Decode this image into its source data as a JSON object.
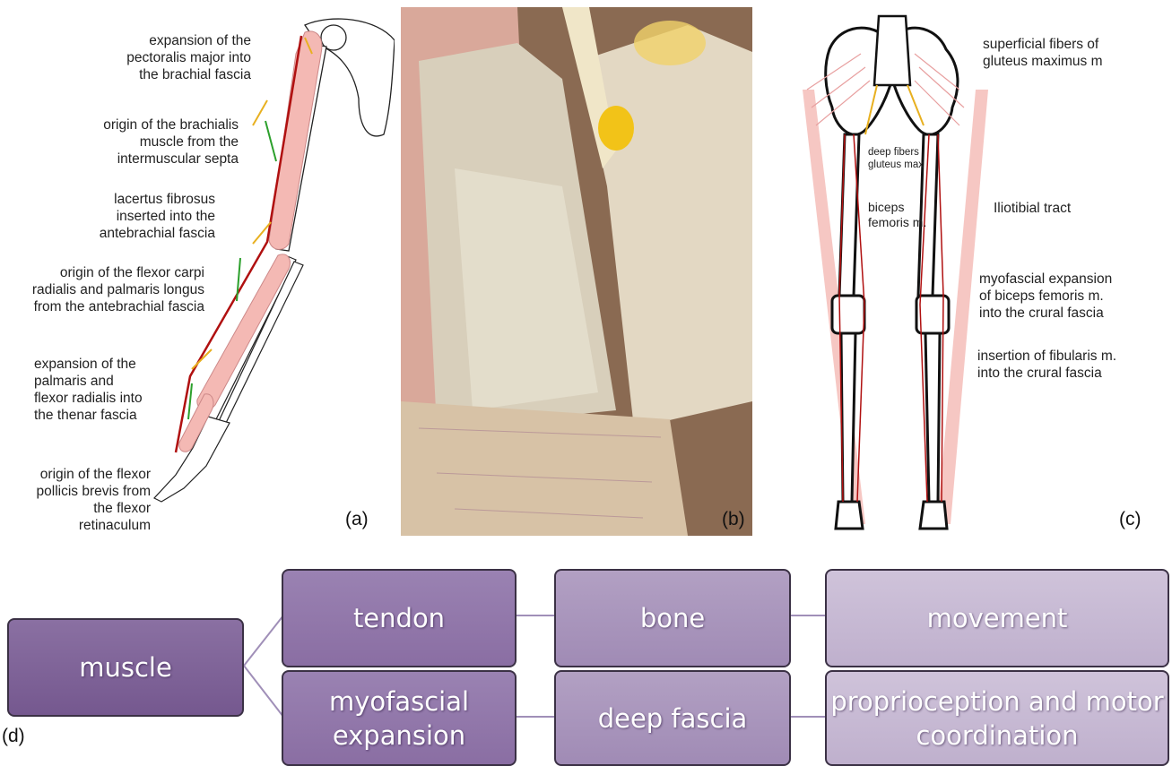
{
  "panel_a": {
    "label": "(a)",
    "annotations": {
      "pectoralis": "expansion of the\npectoralis major into\nthe brachial fascia",
      "brachialis": "origin of the brachialis\nmuscle from the\nintermuscular septa",
      "lacertus": "lacertus fibrosus\ninserted into the\nantebrachial fascia",
      "flexor_carpi": "origin of the flexor carpi\nradialis and palmaris longus\nfrom the antebrachial fascia",
      "palmaris": "expansion of the\npalmaris and\nflexor radialis into\nthe thenar fascia",
      "pollicis": "origin of the flexor\npollicis brevis from\nthe flexor\nretinaculum"
    }
  },
  "panel_b": {
    "label": "(b)"
  },
  "panel_c": {
    "label": "(c)",
    "annotations": {
      "gluteus_superficial": "superficial fibers of\ngluteus maximus m",
      "gluteus_deep": "deep fibers\ngluteus max",
      "biceps": "biceps\nfemoris m.",
      "iliotibial": "Iliotibial tract",
      "myofascial": "myofascial expansion\nof biceps femoris m.\ninto the crural fascia",
      "fibularis": "insertion of fibularis m.\ninto the crural fascia"
    }
  },
  "panel_d": {
    "label": "(d)",
    "boxes": {
      "muscle": "muscle",
      "tendon": "tendon",
      "bone": "bone",
      "movement": "movement",
      "myofascial": "myofascial\nexpansion",
      "deep_fascia": "deep fascia",
      "proprioception": "proprioception and motor\ncoordination"
    }
  },
  "colors": {
    "muscle_fill": "#f4b9b4",
    "fascia_line": "#b01010",
    "septa_line": "#2ca02c",
    "expansion_line": "#e8b020",
    "box_border": "#3b3145",
    "connector": "#a08fb8"
  }
}
